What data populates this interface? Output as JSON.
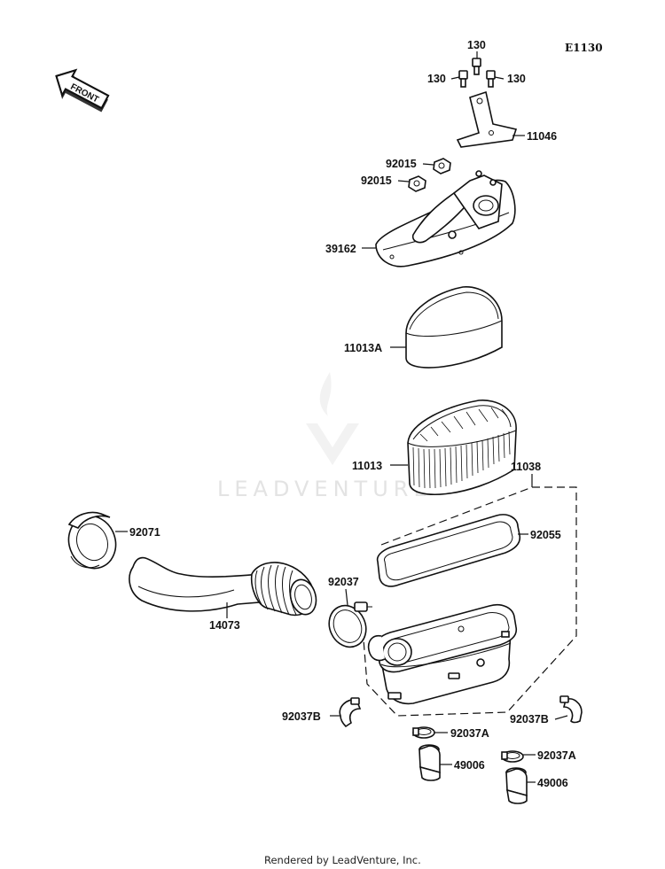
{
  "diagram_code": "E1130",
  "front_label": "FRONT",
  "watermark": "LEADVENTURE",
  "footer": "Rendered by LeadVenture, Inc.",
  "parts": {
    "bolt_130_top": "130",
    "bolt_130_left": "130",
    "bolt_130_right": "130",
    "bracket": "11046",
    "nut_1": "92015",
    "nut_2": "92015",
    "cover": "39162",
    "foam_element": "11013A",
    "filter_element": "11013",
    "case_assy": "11038",
    "gasket": "92055",
    "grommet": "92071",
    "clamp": "92037",
    "duct": "14073",
    "clamp_b_left": "92037B",
    "clamp_b_right": "92037B",
    "clamp_a_left": "92037A",
    "clamp_a_right": "92037A",
    "drain_left": "49006",
    "drain_right": "49006"
  }
}
